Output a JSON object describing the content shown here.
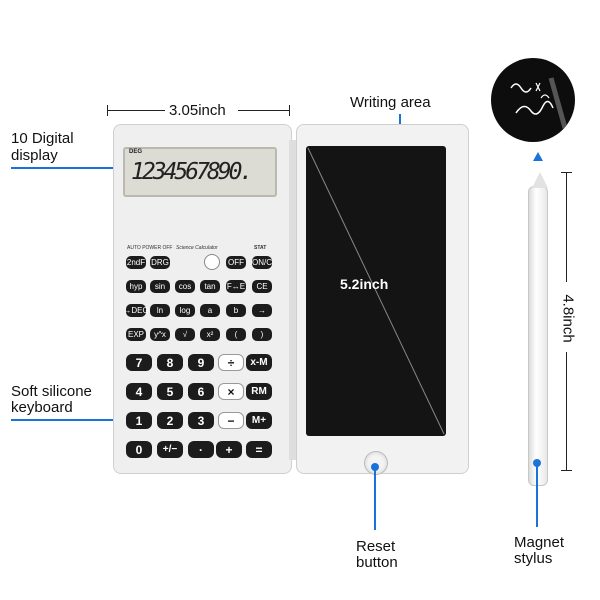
{
  "labels": {
    "width": "3.05inch",
    "height": "4.8inch",
    "screen_size": "5.2inch",
    "writing_area": "Writing area",
    "digital_display": [
      "10 Digital",
      "display"
    ],
    "keyboard": [
      "Soft silicone",
      "keyboard"
    ],
    "reset_button": [
      "Reset",
      "button"
    ],
    "stylus": [
      "Magnet",
      "stylus"
    ]
  },
  "calculator": {
    "display_indicator": "DEG",
    "display_digits": "1234567890.",
    "header_left": "AUTO POWER OFF",
    "header_center": "Science Calculator",
    "header_right": "STAT",
    "rows": [
      [
        "2ndF",
        "DRG",
        "",
        "OFF",
        "ON/C"
      ],
      [
        "hyp",
        "sin",
        "cos",
        "tan",
        "F↔E",
        "CE"
      ],
      [
        "→DEG",
        "ln",
        "log",
        "a",
        "b",
        "→"
      ],
      [
        "EXP",
        "y^x",
        "√",
        "x²",
        "(",
        ")"
      ]
    ],
    "numpad": [
      [
        "7",
        "8",
        "9",
        "÷",
        "x-M"
      ],
      [
        "4",
        "5",
        "6",
        "×",
        "RM"
      ],
      [
        "1",
        "2",
        "3",
        "−",
        "M+"
      ],
      [
        "0",
        "+/−",
        "·",
        "+",
        "="
      ]
    ]
  },
  "colors": {
    "accent": "#1a73d9",
    "key": "#1c1c1c",
    "body": "#efefef"
  }
}
